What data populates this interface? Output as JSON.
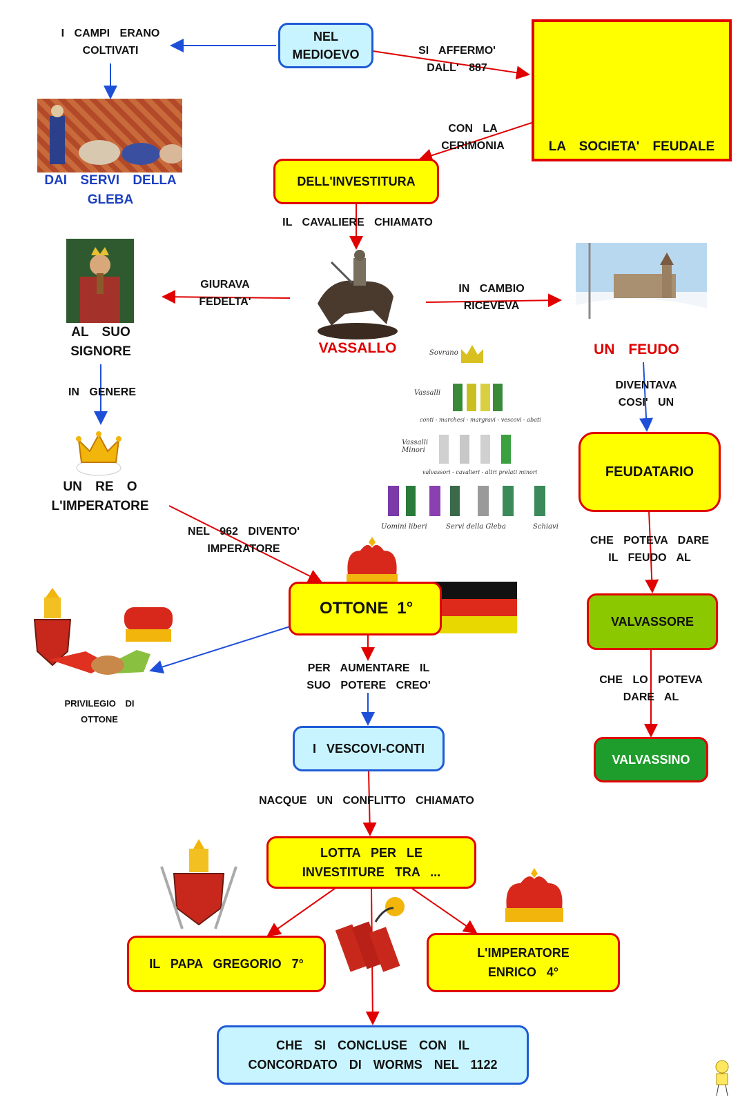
{
  "nodes": {
    "medioevo": "NEL\nMEDIOEVO",
    "societa": "LA   SOCIETA'   FEUDALE",
    "investitura": "DELL'INVESTITURA",
    "feudatario": "FEUDATARIO",
    "ottone": "OTTONE   1°",
    "valvassore": "VALVASSORE",
    "valvassino": "VALVASSINO",
    "vescovi": "I   VESCOVI-CONTI",
    "lotta": "LOTTA  PER  LE\nINVESTITURE  TRA  ...",
    "papa": "IL   PAPA   GREGORIO   7°",
    "imperatore_enrico": "L'IMPERATORE\nENRICO  4°",
    "concordato": "CHE  SI  CONCLUSE  CON  IL\nCONCORDATO  DI  WORMS  NEL  1122"
  },
  "labels": {
    "campi": "I  CAMPI  ERANO\nCOLTIVATI",
    "servi": "DAI  SERVI  DELLA\nGLEBA",
    "affermo": "SI  AFFERMO'\nDALL'  887",
    "cerimonia": "CON  LA\nCERIMONIA",
    "cavaliere": "IL  CAVALIERE  CHIAMATO",
    "giurava": "GIURAVA\nFEDELTA'",
    "cambio": "IN  CAMBIO\nRICEVEVA",
    "signore": "AL  SUO\nSIGNORE",
    "vassallo": "VASSALLO",
    "feudo": "UN  FEUDO",
    "diventava": "DIVENTAVA\nCOSI'  UN",
    "genere": "IN  GENERE",
    "re": "UN  RE  O\nL'IMPERATORE",
    "nel962": "NEL  962  DIVENTO'\nIMPERATORE",
    "poteva_dare": "CHE  POTEVA  DARE\nIL  FEUDO  AL",
    "poteva_lo": "CHE  LO  POTEVA\nDARE  AL",
    "privilegio": "PRIVILEGIO  DI\nOTTONE",
    "aumentare": "PER  AUMENTARE  IL\nSUO  POTERE  CREO'",
    "nacque": "NACQUE  UN  CONFLITTO  CHIAMATO"
  },
  "hierarchy": {
    "sovrano": "Sovrano",
    "vassalli": "Vassalli",
    "vassalli_note": "conti - marchesi - margravi - vescovi - abati",
    "minori": "Vassalli\nMinori",
    "minori_note": "valvassori - cavalieri - altri prelati minori",
    "liberi": "Uomini liberi",
    "servi": "Servi della Gleba",
    "schiavi": "Schiavi"
  },
  "colors": {
    "red_arrow": "#e00000",
    "blue_arrow": "#1e4fd8",
    "yellow": "#ffff00",
    "cyan": "#c8f4ff"
  }
}
